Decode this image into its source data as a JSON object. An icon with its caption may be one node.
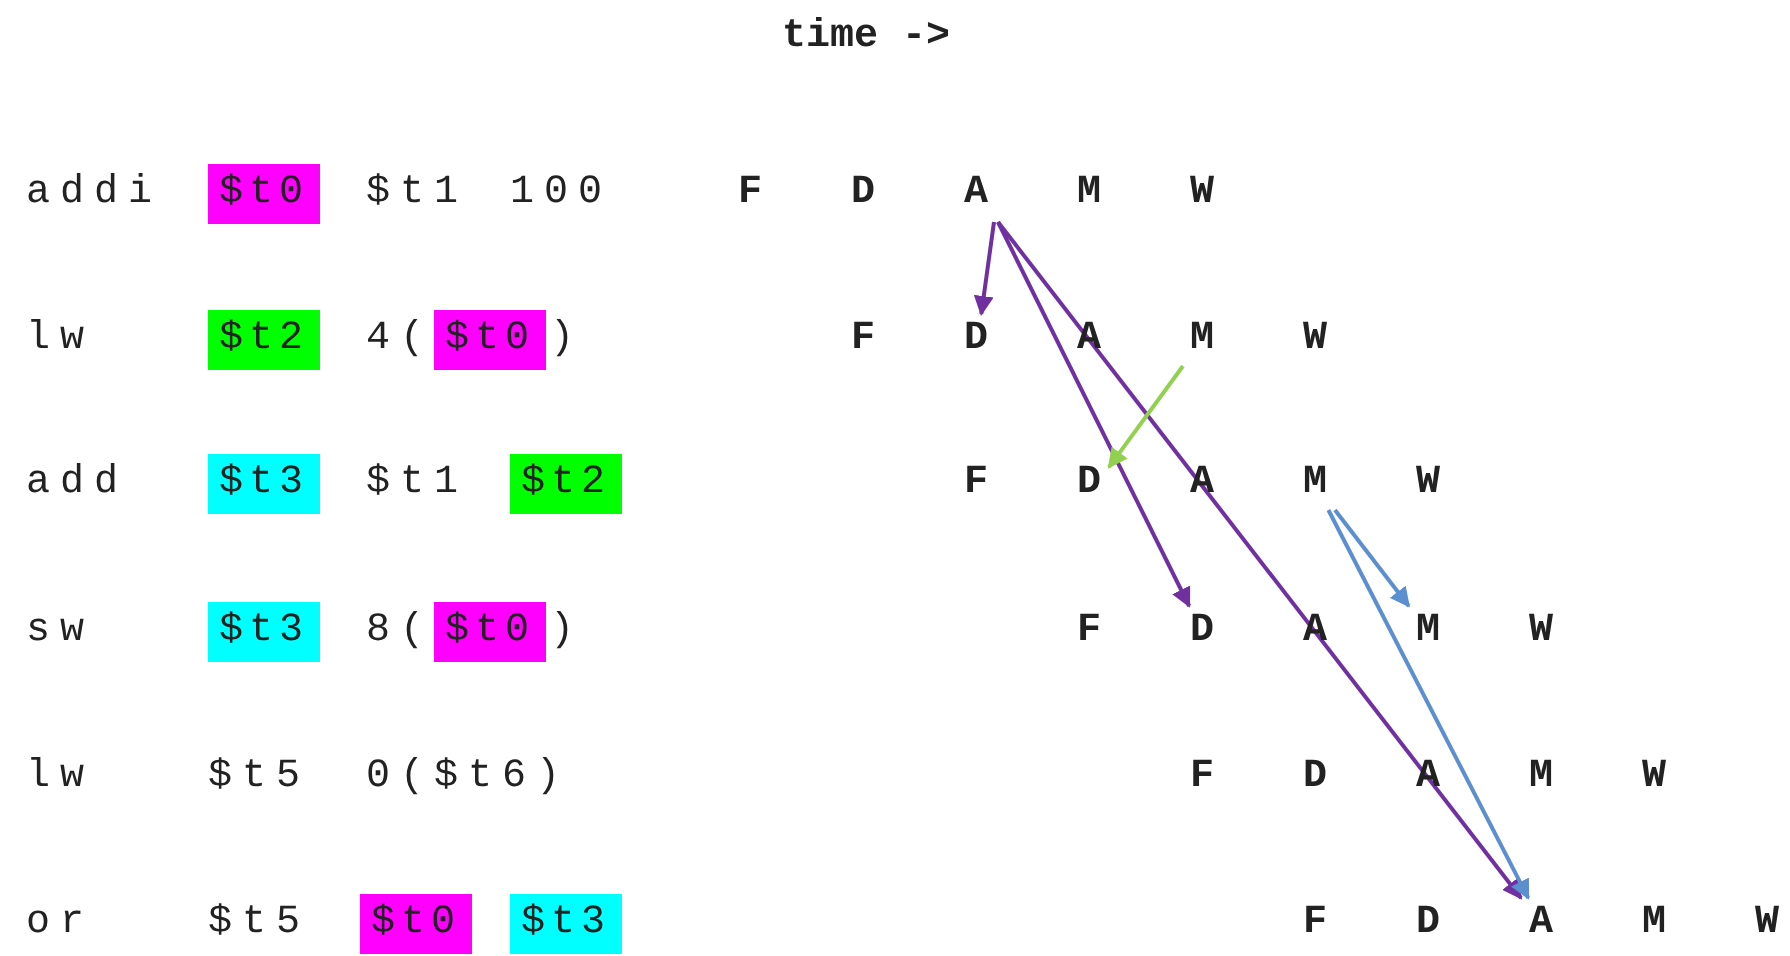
{
  "diagram": {
    "title": "time ->",
    "nodes": [
      {
        "text": [
          "$t0"
        ]
      },
      {
        "text": [
          "F"
        ]
      },
      {
        "text": [
          "D"
        ]
      },
      {
        "text": [
          "A"
        ]
      },
      {
        "text": [
          "M"
        ]
      },
      {
        "text": [
          "W"
        ]
      },
      {
        "text": [
          "$t2"
        ]
      },
      {
        "text": [
          "$t0"
        ]
      },
      {
        "text": [
          "F"
        ]
      },
      {
        "text": [
          "D"
        ]
      },
      {
        "text": [
          "A"
        ]
      },
      {
        "text": [
          "M"
        ]
      },
      {
        "text": [
          "W"
        ]
      },
      {
        "text": [
          "$t3"
        ]
      },
      {
        "text": [
          "$t2"
        ]
      },
      {
        "text": [
          "F"
        ]
      },
      {
        "text": [
          "D"
        ]
      },
      {
        "text": [
          "A"
        ]
      },
      {
        "text": [
          "M"
        ]
      },
      {
        "text": [
          "W"
        ]
      },
      {
        "text": [
          "$t3"
        ]
      },
      {
        "text": [
          "$t0"
        ]
      },
      {
        "text": [
          "F"
        ]
      },
      {
        "text": [
          "D"
        ]
      },
      {
        "text": [
          "A"
        ]
      },
      {
        "text": [
          "M"
        ]
      },
      {
        "text": [
          "W"
        ]
      },
      {
        "text": [
          "F"
        ]
      },
      {
        "text": [
          "D"
        ]
      },
      {
        "text": [
          "A"
        ]
      },
      {
        "text": [
          "M"
        ]
      },
      {
        "text": [
          "W"
        ]
      },
      {
        "text": [
          "$t0"
        ]
      },
      {
        "text": [
          "$t3"
        ]
      },
      {
        "text": [
          "F"
        ]
      },
      {
        "text": [
          "D"
        ]
      },
      {
        "text": [
          "A"
        ]
      },
      {
        "text": [
          "M"
        ]
      },
      {
        "text": [
          "W"
        ]
      }
    ],
    "edges": [
      {
        "from": 3,
        "to": 9,
        "arrow": "to"
      },
      {
        "from": 3,
        "to": 23,
        "arrow": "to"
      },
      {
        "from": 3,
        "to": 36,
        "arrow": "to"
      },
      {
        "from": 11,
        "to": 16,
        "arrow": "to",
        "color": "#92d050"
      },
      {
        "from": 18,
        "to": 25,
        "arrow": "to",
        "color": "#5b8fd0"
      },
      {
        "from": 18,
        "to": 36,
        "arrow": "to",
        "color": "#5b8fd0"
      }
    ],
    "labels": [
      "addi",
      "$t1",
      "100",
      "lw",
      "4(",
      ")",
      "add",
      "$t1",
      "sw",
      "8(",
      ")",
      "lw",
      "$t5",
      "0($t6)",
      "or",
      "$t5"
    ]
  }
}
